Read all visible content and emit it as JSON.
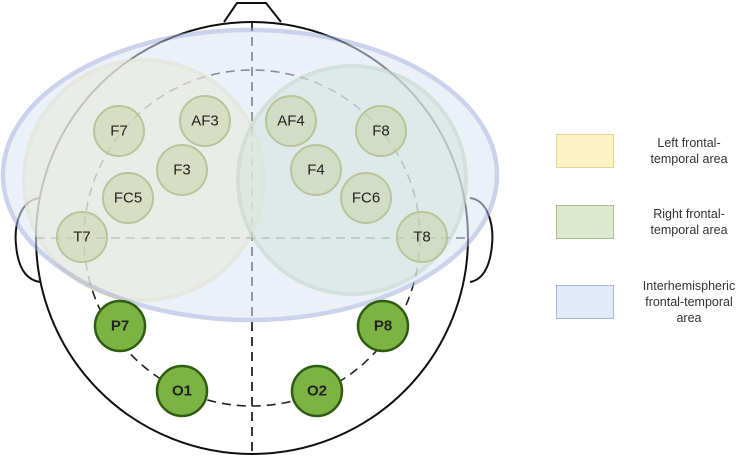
{
  "electrodes": [
    {
      "id": "F7",
      "active": false
    },
    {
      "id": "AF3",
      "active": false
    },
    {
      "id": "F3",
      "active": false
    },
    {
      "id": "FC5",
      "active": false
    },
    {
      "id": "T7",
      "active": false
    },
    {
      "id": "AF4",
      "active": false
    },
    {
      "id": "F8",
      "active": false
    },
    {
      "id": "F4",
      "active": false
    },
    {
      "id": "FC6",
      "active": false
    },
    {
      "id": "T8",
      "active": false
    },
    {
      "id": "P7",
      "active": true
    },
    {
      "id": "P8",
      "active": true
    },
    {
      "id": "O1",
      "active": true
    },
    {
      "id": "O2",
      "active": true
    }
  ],
  "colors": {
    "active_fill": "#7cb342",
    "active_stroke": "#2e5d12",
    "left_area_fill": "#fbecc1",
    "left_area_stroke": "#ecd9a4",
    "right_area_fill": "#d3e2c6",
    "right_area_stroke": "#a9c395",
    "inter_area_fill": "#dde7f5",
    "inter_area_stroke": "#9fb0dc"
  },
  "legend": [
    {
      "key": "left",
      "label": "Left frontal-\ntemporal area",
      "swatch_fill": "#fdf2c4",
      "swatch_stroke": "#e8d68a"
    },
    {
      "key": "right",
      "label": "Right frontal-\ntemporal area",
      "swatch_fill": "#dde8cf",
      "swatch_stroke": "#a9c18e"
    },
    {
      "key": "inter",
      "label": "Interhemispheric\nfrontal-temporal\narea",
      "swatch_fill": "#e1eaf8",
      "swatch_stroke": "#a7b8e0"
    }
  ]
}
